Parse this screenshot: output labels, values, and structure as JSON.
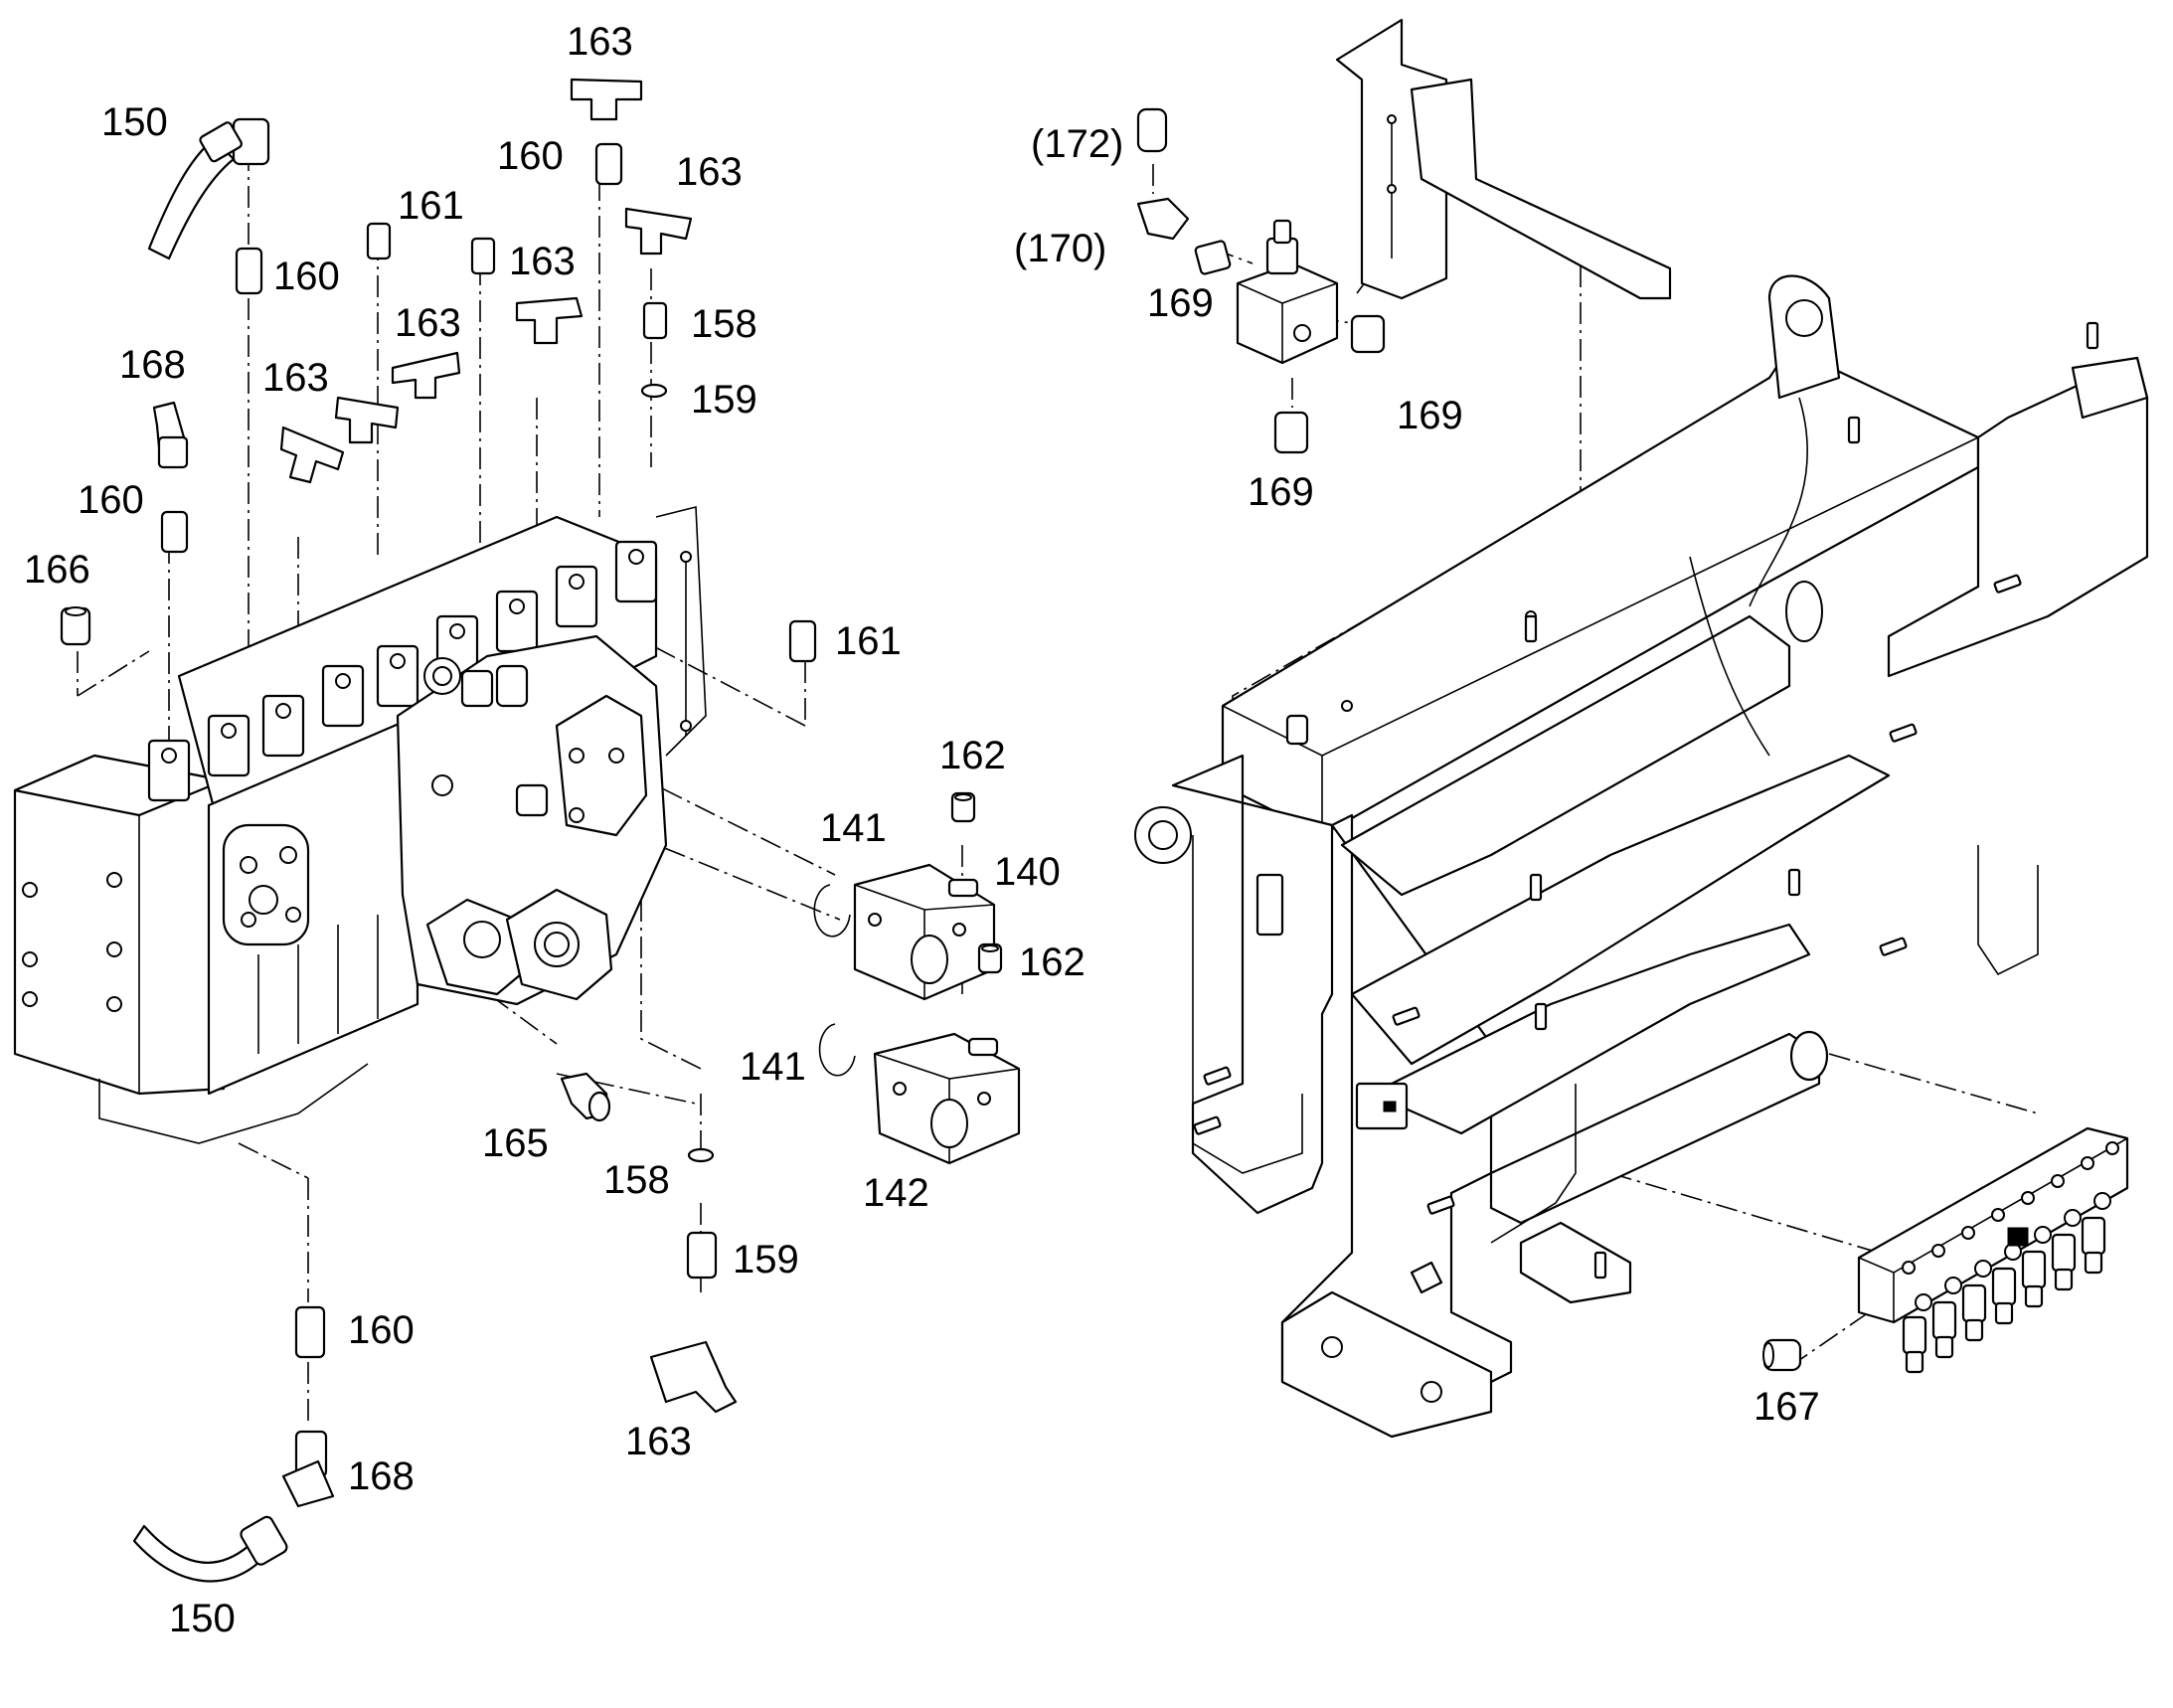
{
  "callouts": [
    {
      "id": "c01",
      "text": "163"
    },
    {
      "id": "c02",
      "text": "150"
    },
    {
      "id": "c03",
      "text": "160"
    },
    {
      "id": "c04",
      "text": "163"
    },
    {
      "id": "c05",
      "text": "161"
    },
    {
      "id": "c06",
      "text": "160"
    },
    {
      "id": "c07",
      "text": "163"
    },
    {
      "id": "c08",
      "text": "163"
    },
    {
      "id": "c09",
      "text": "158"
    },
    {
      "id": "c10",
      "text": "168"
    },
    {
      "id": "c11",
      "text": "163"
    },
    {
      "id": "c12",
      "text": "159"
    },
    {
      "id": "c13",
      "text": "160"
    },
    {
      "id": "c14",
      "text": "166"
    },
    {
      "id": "c15",
      "text": "161"
    },
    {
      "id": "c16",
      "text": "162"
    },
    {
      "id": "c17",
      "text": "141"
    },
    {
      "id": "c18",
      "text": "140"
    },
    {
      "id": "c19",
      "text": "162"
    },
    {
      "id": "c20",
      "text": "141"
    },
    {
      "id": "c21",
      "text": "165"
    },
    {
      "id": "c22",
      "text": "158"
    },
    {
      "id": "c23",
      "text": "142"
    },
    {
      "id": "c24",
      "text": "159"
    },
    {
      "id": "c25",
      "text": "160"
    },
    {
      "id": "c26",
      "text": "163"
    },
    {
      "id": "c27",
      "text": "168"
    },
    {
      "id": "c28",
      "text": "150"
    },
    {
      "id": "c29",
      "text": "(172)"
    },
    {
      "id": "c30",
      "text": "(170)"
    },
    {
      "id": "c31",
      "text": "169"
    },
    {
      "id": "c32",
      "text": "169"
    },
    {
      "id": "c33",
      "text": "169"
    },
    {
      "id": "c34",
      "text": "167"
    }
  ]
}
